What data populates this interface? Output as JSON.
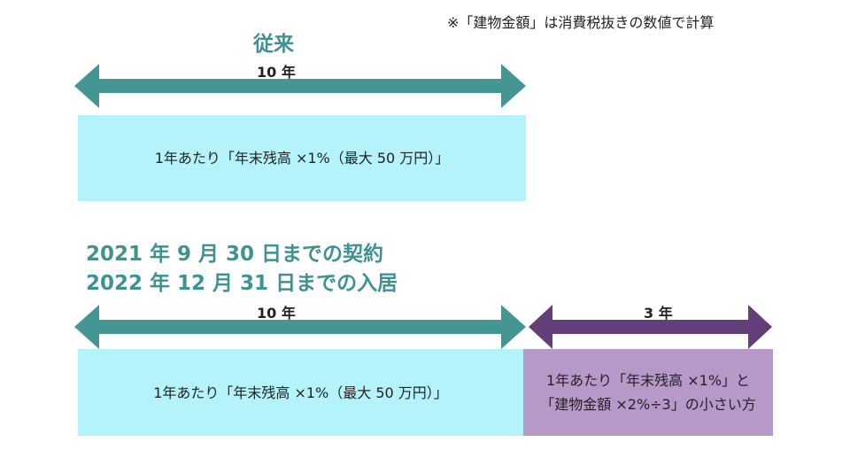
{
  "note": "※「建物金額」は消費税抜きの数値で計算",
  "conventional": {
    "heading": "従来",
    "period": "10 年",
    "description": "1年あたり「年末残高 ×1%（最大 50 万円）」"
  },
  "new_rule": {
    "heading_line1": "2021 年 9 月 30 日までの契約",
    "heading_line2": "2022 年 12 月 31 日までの入居",
    "first_period": "10 年",
    "first_description": "1年あたり「年末残高 ×1%（最大 50 万円）」",
    "extra_period": "3 年",
    "extra_description_line1": "1年あたり「年末残高 ×1%」と",
    "extra_description_line2": "「建物金額 ×2%÷3」の小さい方"
  },
  "colors": {
    "teal_arrow": "#459594",
    "purple_arrow": "#633e79",
    "teal_box": "#b3f3f9",
    "purple_box": "#b699c8",
    "heading": "#3f9292"
  }
}
